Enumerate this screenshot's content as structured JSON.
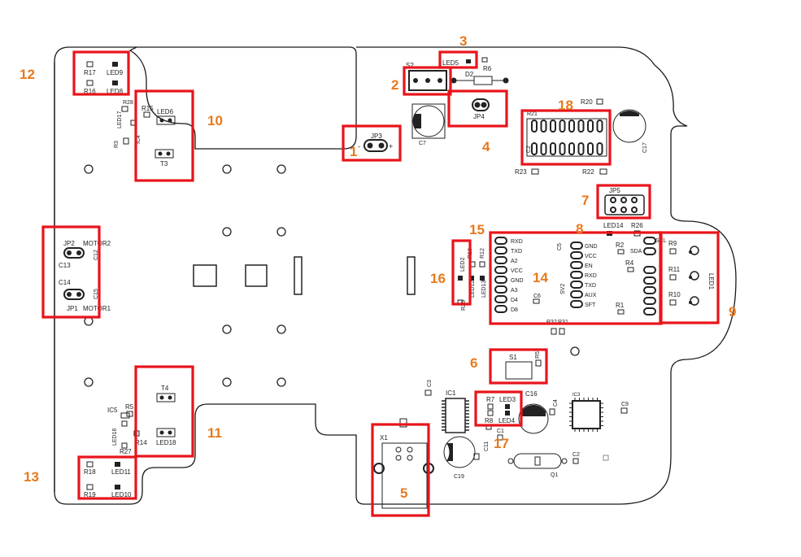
{
  "colors": {
    "highlight": "#e8141b",
    "callout": "#e8791c",
    "outline": "#1a1a1a"
  },
  "callouts": [
    "1",
    "2",
    "3",
    "4",
    "5",
    "6",
    "7",
    "8",
    "9",
    "10",
    "11",
    "12",
    "13",
    "14",
    "15",
    "16",
    "17",
    "18"
  ],
  "labels": {
    "jp3": "JP3",
    "s2": "S2",
    "led5": "LED5",
    "d2": "D2",
    "r6": "R6",
    "jp4": "JP4",
    "c7": "C7",
    "r21": "R21",
    "r20": "R20",
    "c2top": "C2",
    "r23": "R23",
    "r22": "R22",
    "c17": "C17",
    "r17": "R17",
    "led9": "LED9",
    "r16": "R16",
    "led8": "LED8",
    "r15": "R15",
    "led6": "LED6",
    "r28": "R28",
    "led17": "LED17",
    "r3": "R3",
    "ic4": "IC4",
    "t3": "T3",
    "jp2": "JP2",
    "motor2": "MOTOR2",
    "c13": "C13",
    "c12": "C12",
    "c14": "C14",
    "c15": "C15",
    "jp1": "JP1",
    "motor1": "MOTOR1",
    "jp5": "JP5",
    "led14": "LED14",
    "r26": "R26",
    "sv_left": [
      "RXD",
      "TXD",
      "A2",
      "VCC",
      "GND",
      "A3",
      "D4",
      "D8"
    ],
    "sv_right": [
      "GND",
      "VCC",
      "EN",
      "RXD",
      "TXD",
      "AUX",
      "SFT"
    ],
    "c5": "C5",
    "sv2": "SV2",
    "c6": "C6",
    "r2": "R2",
    "r4": "R4",
    "r1": "R1",
    "sda": "SDA",
    "scl": "SCL",
    "led2": "LED2",
    "led12": "LED12",
    "led13": "LED13",
    "r13": "R13",
    "r12": "R12",
    "r25": "R25",
    "r9": "R9",
    "r11": "R11",
    "r10": "R10",
    "led1": "LED1",
    "r32": "R32",
    "r31": "R31",
    "s1": "S1",
    "r5s1": "R5",
    "c3": "C3",
    "ic1": "IC1",
    "r7": "R7",
    "led3": "LED3",
    "r8": "R8",
    "led4": "LED4",
    "c16": "C16",
    "c4": "C4",
    "ic3": "IC3",
    "c9": "C9",
    "c1": "C1",
    "c11": "C11",
    "c19": "C19",
    "q1": "Q1",
    "c2b": "C2",
    "x1": "X1",
    "t4": "T4",
    "ic5": "IC5",
    "r5": "R5",
    "led16": "LED16",
    "r14": "R14",
    "r27": "R27",
    "led18": "LED18",
    "r18": "R18",
    "led11": "LED11",
    "r19": "R19",
    "led10": "LED10"
  }
}
